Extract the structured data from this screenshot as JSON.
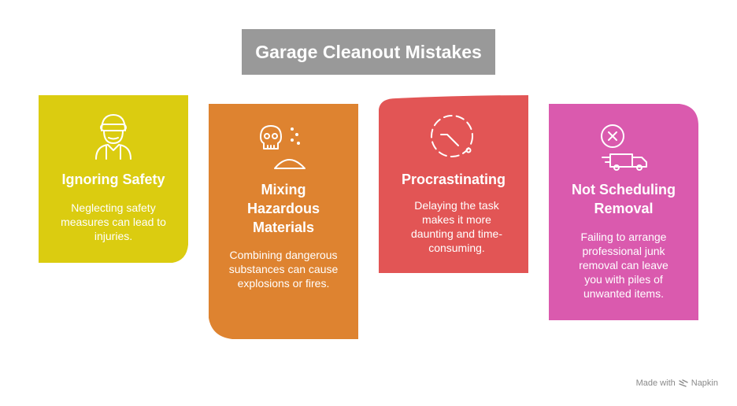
{
  "title": "Garage Cleanout Mistakes",
  "colors": {
    "title_bg": "#999999",
    "safety": "#DBCC10",
    "hazardous": "#DE8330",
    "procrastinating": "#E25555",
    "scheduling": "#DA5AAE"
  },
  "cards": [
    {
      "heading": "Ignoring Safety",
      "description": "Neglecting safety measures can lead to injuries.",
      "icon": "worker-goggles-icon"
    },
    {
      "heading": "Mixing Hazardous Materials",
      "description": "Combining dangerous substances can cause explosions or fires.",
      "icon": "skull-powder-icon"
    },
    {
      "heading": "Procrastinating",
      "description": "Delaying the task makes it more daunting and time-consuming.",
      "icon": "clock-delay-icon"
    },
    {
      "heading": "Not Scheduling Removal",
      "description": "Failing to arrange professional junk removal can leave you with piles of unwanted items.",
      "icon": "cancel-truck-icon"
    }
  ],
  "footer": {
    "prefix": "Made with",
    "brand": "Napkin"
  }
}
